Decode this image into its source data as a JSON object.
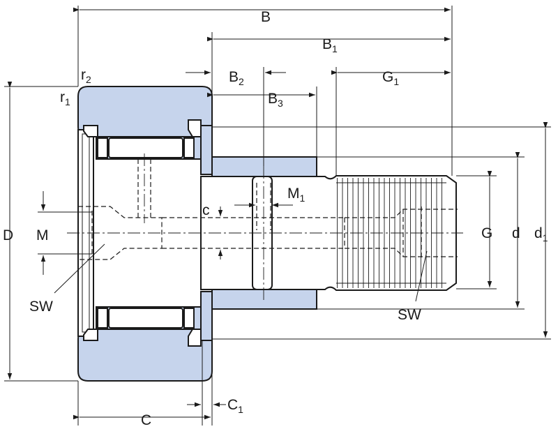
{
  "dimensions": {
    "B": {
      "text": "B",
      "sub": ""
    },
    "B1": {
      "text": "B",
      "sub": "1"
    },
    "B2": {
      "text": "B",
      "sub": "2"
    },
    "B3": {
      "text": "B",
      "sub": "3"
    },
    "G1": {
      "text": "G",
      "sub": "1"
    },
    "r2": {
      "text": "r",
      "sub": "2"
    },
    "r1": {
      "text": "r",
      "sub": "1"
    },
    "D": {
      "text": "D",
      "sub": ""
    },
    "M": {
      "text": "M",
      "sub": ""
    },
    "M1": {
      "text": "M",
      "sub": "1"
    },
    "c": {
      "text": "c",
      "sub": ""
    },
    "G": {
      "text": "G",
      "sub": ""
    },
    "d": {
      "text": "d",
      "sub": ""
    },
    "d1": {
      "text": "d",
      "sub": "1"
    },
    "SW_left": {
      "text": "SW",
      "sub": ""
    },
    "SW_right": {
      "text": "SW",
      "sub": ""
    },
    "C": {
      "text": "C",
      "sub": ""
    },
    "C1": {
      "text": "C",
      "sub": "1"
    }
  },
  "colors": {
    "outer_ring": "#c6d4ec",
    "line": "#1a1a1a",
    "background": "#ffffff"
  }
}
